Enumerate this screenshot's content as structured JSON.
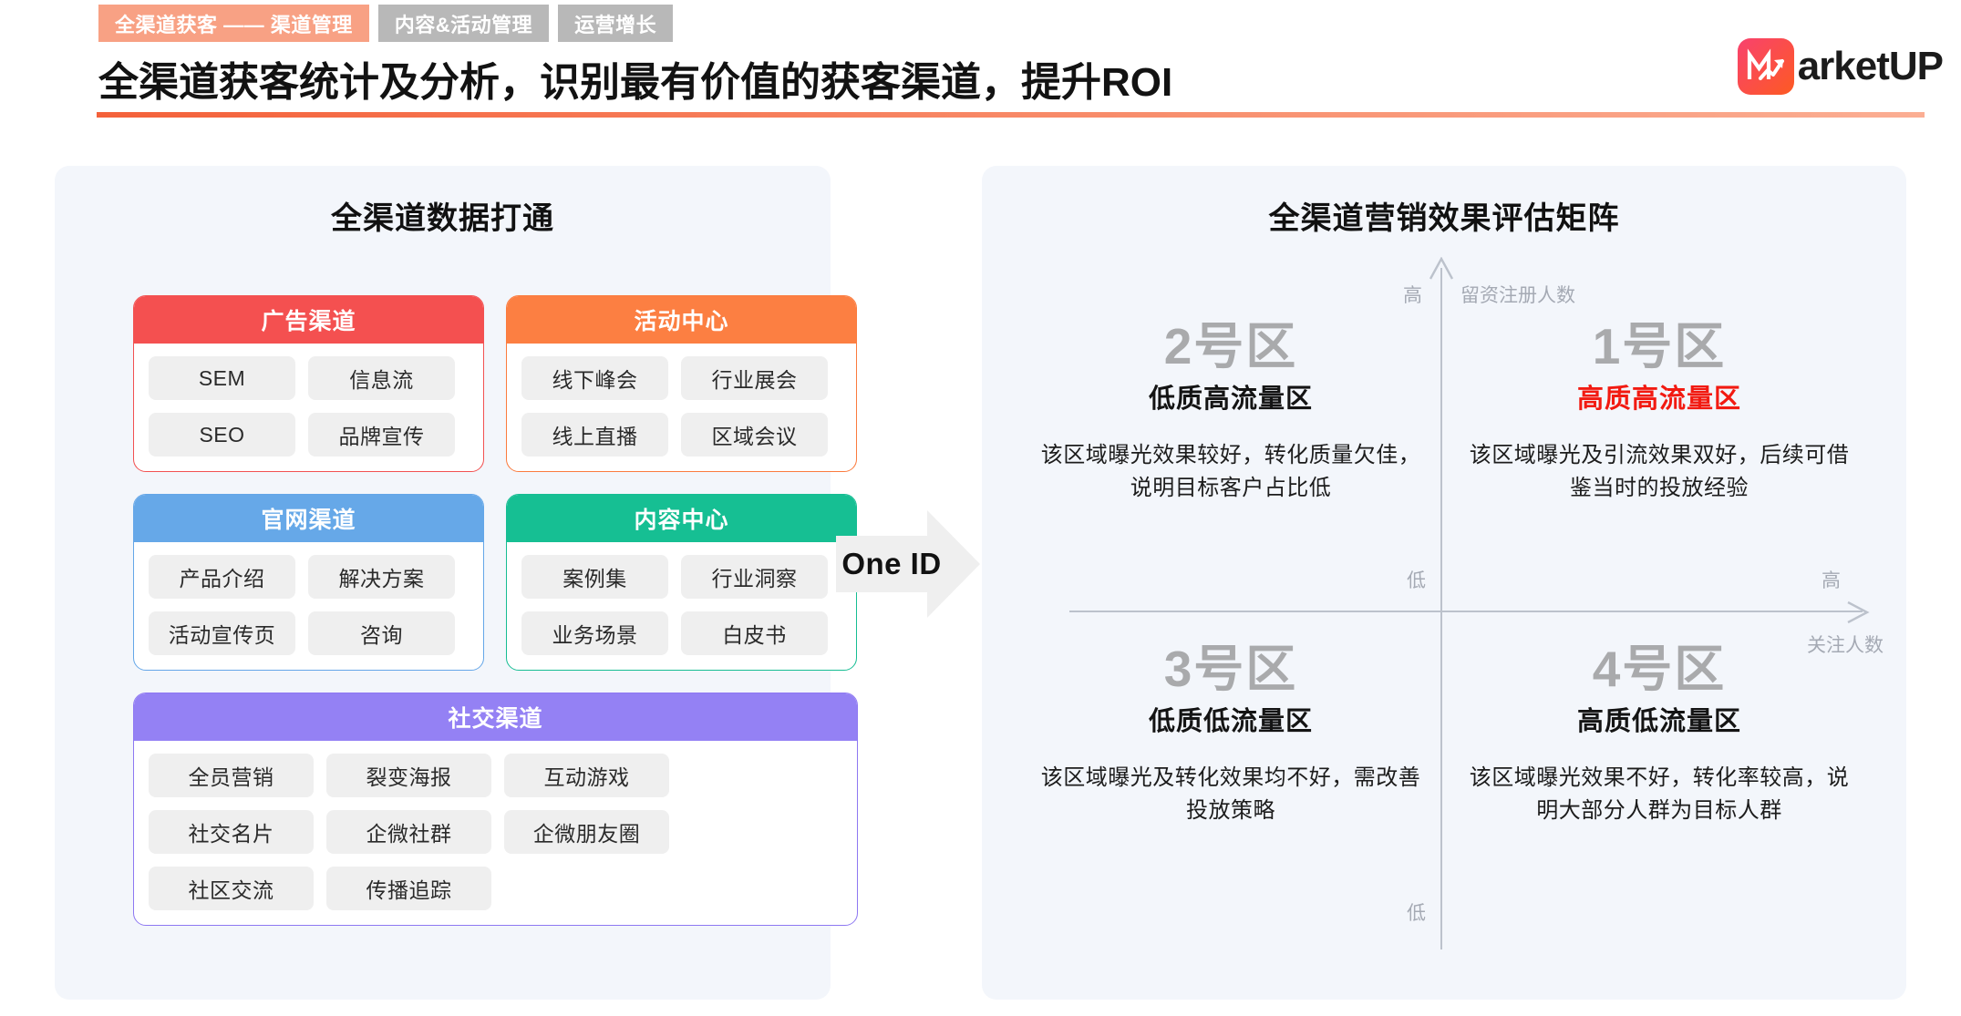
{
  "header": {
    "tabs": [
      {
        "label": "全渠道获客 —— 渠道管理",
        "state": "active"
      },
      {
        "label": "内容&活动管理",
        "state": "inactive"
      },
      {
        "label": "运营增长",
        "state": "inactive"
      }
    ],
    "title": "全渠道获客统计及分析，识别最有价值的获客渠道，提升ROI",
    "logo_text": "arketUP",
    "accent_color": "#F4613A",
    "active_tab_color": "#F8A184",
    "inactive_tab_color": "#B8B8B8"
  },
  "left_panel": {
    "title": "全渠道数据打通",
    "cards": [
      {
        "name": "广告渠道",
        "color": "#F45050",
        "items": [
          "SEM",
          "信息流",
          "SEO",
          "品牌宣传"
        ]
      },
      {
        "name": "活动中心",
        "color": "#FC7F42",
        "items": [
          "线下峰会",
          "行业展会",
          "线上直播",
          "区域会议"
        ]
      },
      {
        "name": "官网渠道",
        "color": "#66A8E8",
        "items": [
          "产品介绍",
          "解决方案",
          "活动宣传页",
          "咨询"
        ]
      },
      {
        "name": "内容中心",
        "color": "#16BF93",
        "items": [
          "案例集",
          "行业洞察",
          "业务场景",
          "白皮书"
        ]
      },
      {
        "name": "社交渠道",
        "color": "#9481F4",
        "items": [
          "全员营销",
          "裂变海报",
          "互动游戏",
          "社交名片",
          "企微社群",
          "企微朋友圈",
          "社区交流",
          "传播追踪"
        ]
      }
    ]
  },
  "connector": {
    "label": "One ID"
  },
  "right_panel": {
    "title": "全渠道营销效果评估矩阵",
    "axes": {
      "y_name": "留资注册人数",
      "y_high": "高",
      "y_low": "低",
      "x_name": "关注人数",
      "x_high": "高",
      "x_low": "低"
    },
    "quadrants": [
      {
        "number": "2号区",
        "name": "低质高流量区",
        "highlight": false,
        "desc": "该区域曝光效果较好，转化质量欠佳，说明目标客户占比低"
      },
      {
        "number": "1号区",
        "name": "高质高流量区",
        "highlight": true,
        "highlight_color": "#F21A11",
        "desc": "该区域曝光及引流效果双好，后续可借鉴当时的投放经验"
      },
      {
        "number": "3号区",
        "name": "低质低流量区",
        "highlight": false,
        "desc": "该区域曝光及转化效果均不好，需改善投放策略"
      },
      {
        "number": "4号区",
        "name": "高质低流量区",
        "highlight": false,
        "desc": "该区域曝光效果不好，转化率较高，说明大部分人群为目标人群"
      }
    ]
  }
}
